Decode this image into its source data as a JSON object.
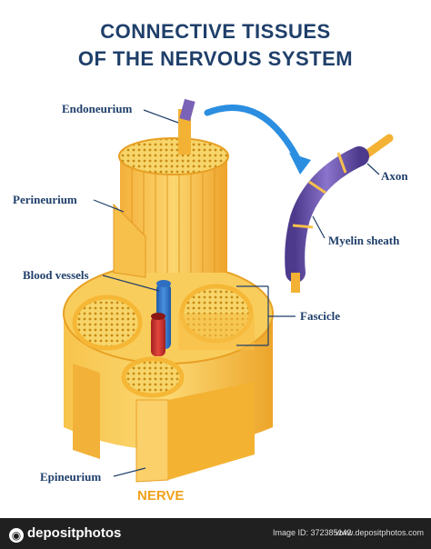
{
  "title": {
    "line1": "CONNECTIVE TISSUES",
    "line2": "OF THE NERVOUS SYSTEM"
  },
  "labels": {
    "endoneurium": "Endoneurium",
    "perineurium": "Perineurium",
    "blood_vessels": "Blood vessels",
    "epineurium": "Epineurium",
    "axon": "Axon",
    "myelin_sheath": "Myelin sheath",
    "fascicle": "Fascicle"
  },
  "caption": "NERVE",
  "footer": {
    "brand": "depositphotos",
    "image_id": "Image ID: 372385142",
    "site": "www.depositphotos.com"
  },
  "colors": {
    "title": "#1f3f6a",
    "nerve_caption": "#f0a21a",
    "tissue_light": "#fbd46a",
    "tissue_mid": "#f6b93a",
    "tissue_dark": "#e99a1e",
    "vessel_blue": "#2e6fc2",
    "vessel_red": "#c8322f",
    "myelin": "#6a55a8",
    "arrow": "#2b8ee0"
  }
}
